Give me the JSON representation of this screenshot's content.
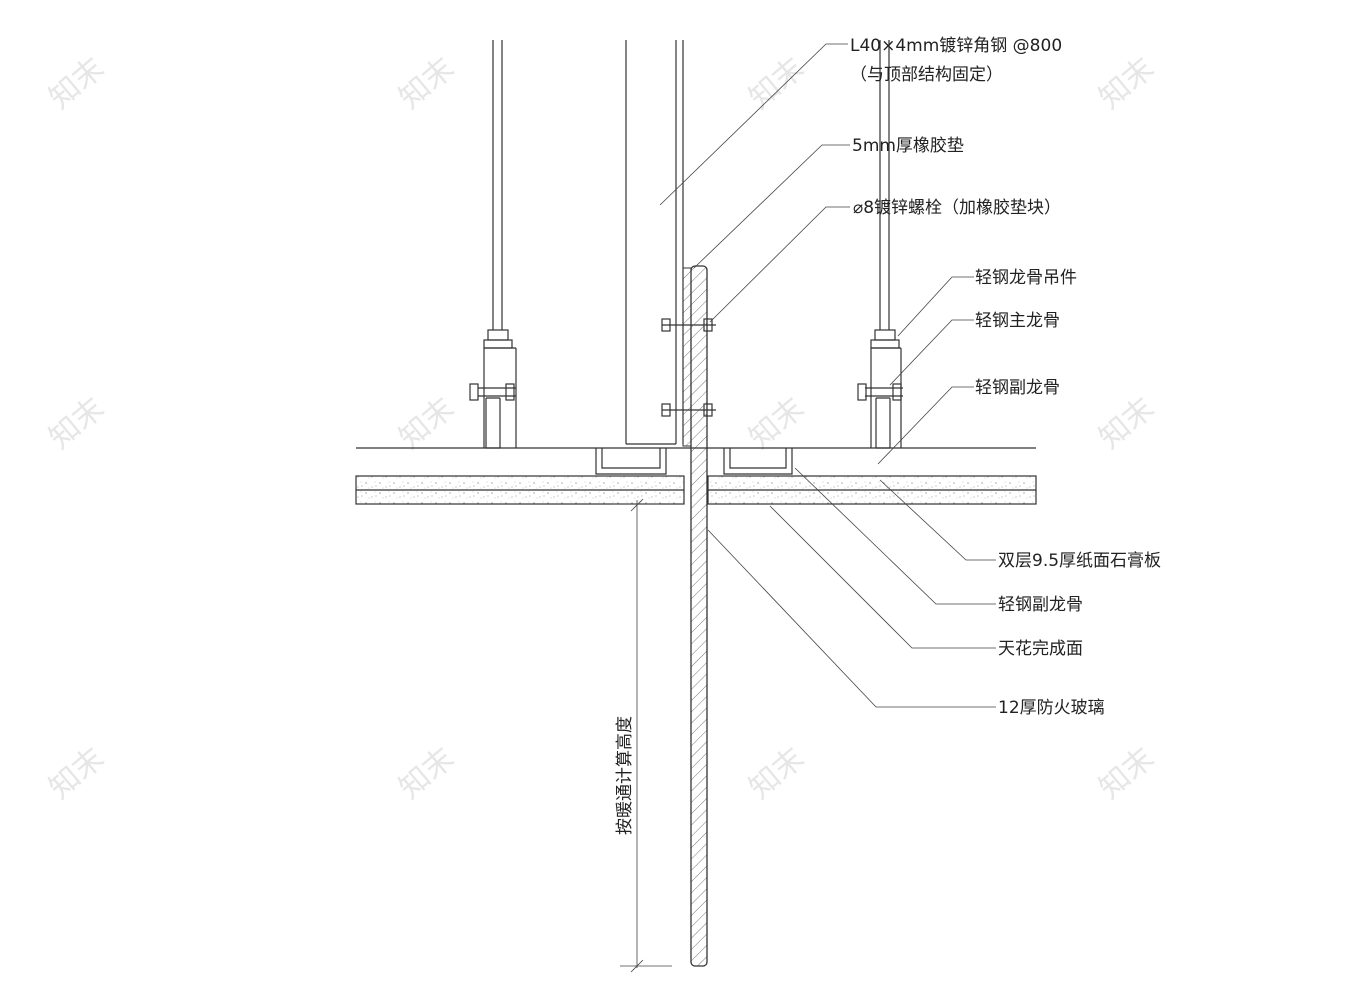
{
  "labels": {
    "angle_steel": "L40×4mm镀锌角钢  @800",
    "angle_steel_note": "（与顶部结构固定）",
    "rubber_pad": "5mm厚橡胶垫",
    "bolt": "⌀8镀锌螺栓（加橡胶垫块）",
    "hanger": "轻钢龙骨吊件",
    "main_keel": "轻钢主龙骨",
    "sub_keel_upper": "轻钢副龙骨",
    "gypsum_board": "双层9.5厚纸面石膏板",
    "sub_keel_lower": "轻钢副龙骨",
    "ceiling_finish": "天花完成面",
    "fire_glass": "12厚防火玻璃",
    "height_note": "按暖通计算高度"
  },
  "watermark": "知末",
  "colors": {
    "line": "#333333",
    "background": "#ffffff",
    "watermark": "#e6e6e6"
  }
}
